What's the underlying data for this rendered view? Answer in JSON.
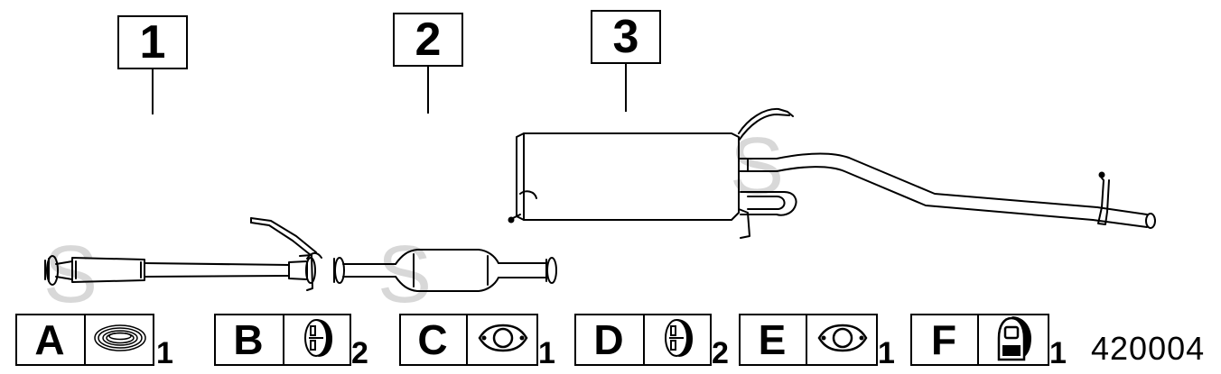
{
  "callouts": [
    {
      "number": "1"
    },
    {
      "number": "2"
    },
    {
      "number": "3"
    }
  ],
  "legend": [
    {
      "letter": "A",
      "qty": "1",
      "icon": "gasket-ring-icon"
    },
    {
      "letter": "B",
      "qty": "2",
      "icon": "rubber-hanger-icon"
    },
    {
      "letter": "C",
      "qty": "1",
      "icon": "flange-gasket-icon"
    },
    {
      "letter": "D",
      "qty": "2",
      "icon": "rubber-hanger-icon"
    },
    {
      "letter": "E",
      "qty": "1",
      "icon": "flange-gasket-icon"
    },
    {
      "letter": "F",
      "qty": "1",
      "icon": "rubber-mount-icon"
    }
  ],
  "part_number": "420004",
  "colors": {
    "line": "#000000",
    "watermark": "#d8d8d8",
    "background": "#ffffff"
  }
}
